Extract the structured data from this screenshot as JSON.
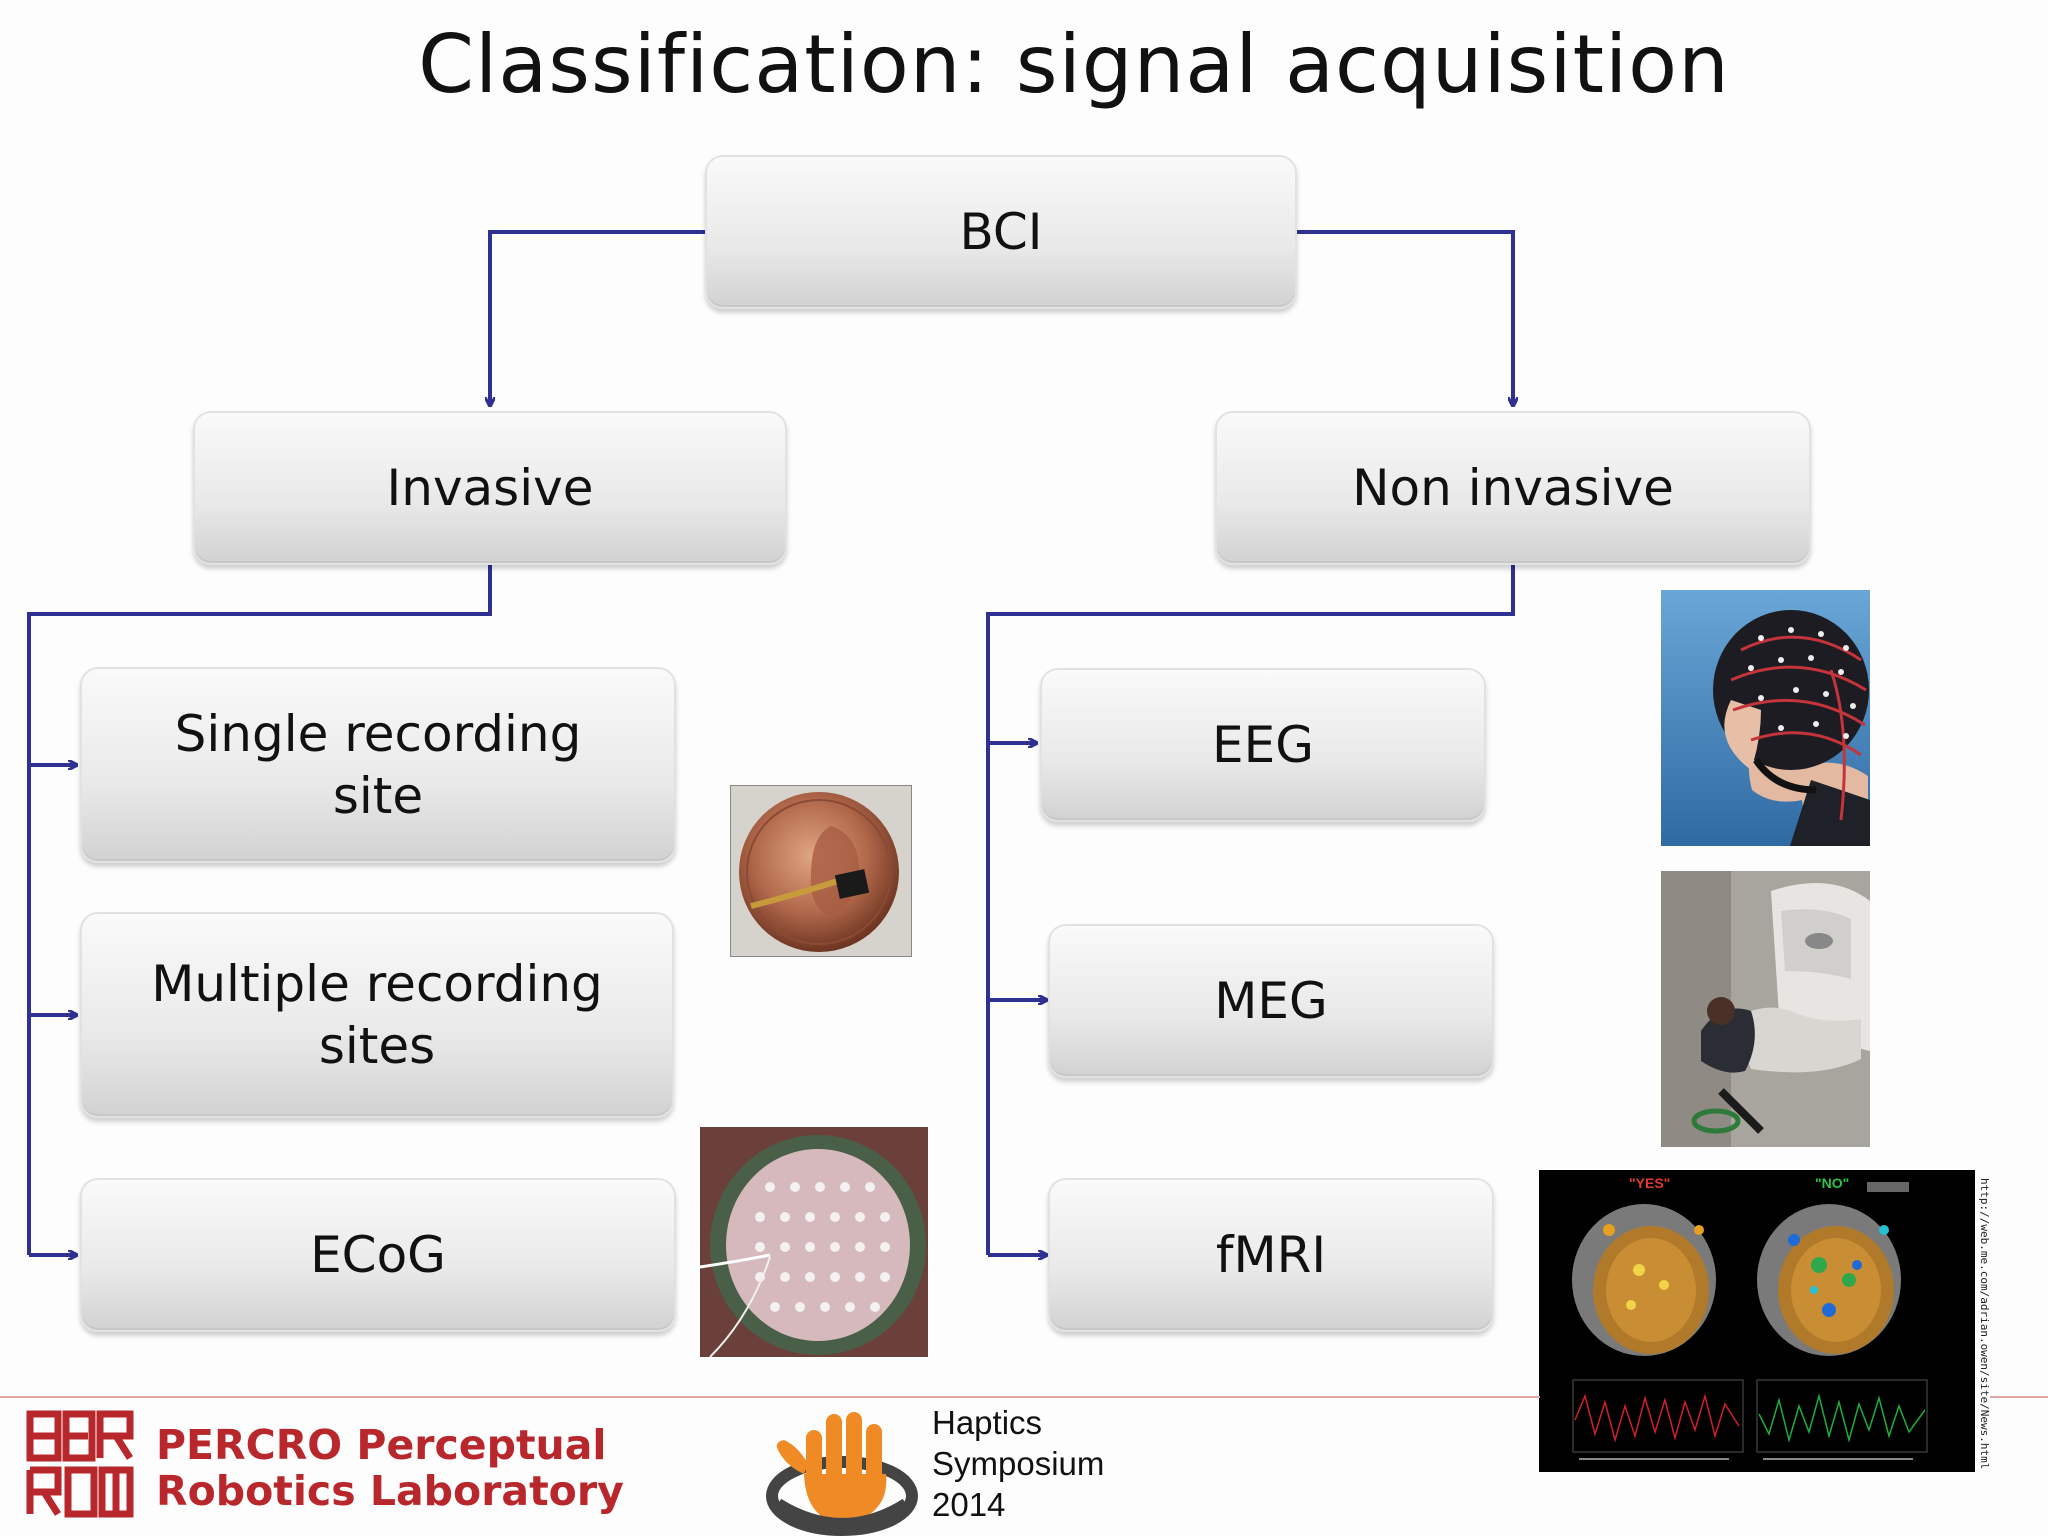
{
  "title": "Classification: signal acquisition",
  "nodes": {
    "root": "BCI",
    "invasive": "Invasive",
    "non_invasive": "Non invasive",
    "single_site": "Single recording\nsite",
    "multiple_sites": "Multiple recording\nsites",
    "ecog": "ECoG",
    "eeg": "EEG",
    "meg": "MEG",
    "fmri": "fMRI"
  },
  "fmri_figure": {
    "label_yes": "\"YES\"",
    "label_no": "\"NO\""
  },
  "url_text": "http://web.me.com/adrian.owen/site/News.html",
  "footer": {
    "lab_line1": "PERCRO Perceptual",
    "lab_line2": "Robotics Laboratory",
    "event_line1": "Haptics",
    "event_line2": "Symposium",
    "event_line3": "2014"
  },
  "colors": {
    "connector": "#2e3192",
    "brand_red": "#b8272b",
    "hand_orange": "#f08a24"
  }
}
